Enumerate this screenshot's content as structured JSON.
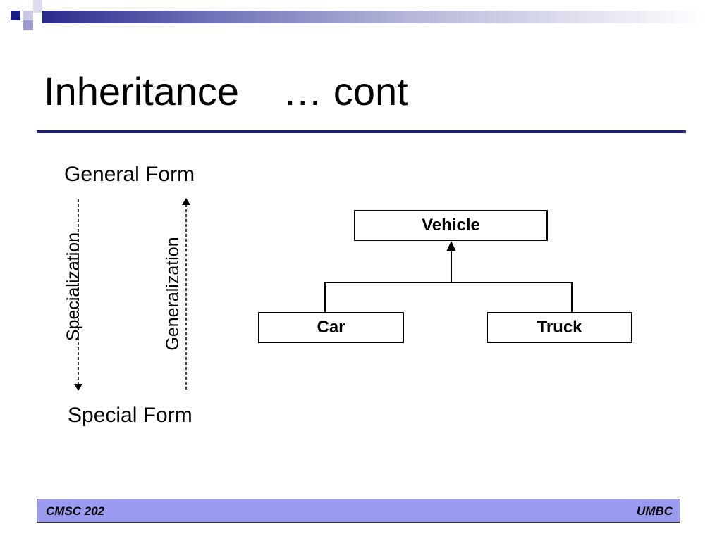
{
  "slide": {
    "title": "Inheritance    … cont"
  },
  "diagram": {
    "general_label": "General Form",
    "special_label": "Special Form",
    "specialization_label": "Specialization",
    "generalization_label": "Generalization",
    "nodes": {
      "parent": "Vehicle",
      "child_left": "Car",
      "child_right": "Truck"
    }
  },
  "footer": {
    "left": "CMSC 202",
    "right": "UMBC"
  },
  "colors": {
    "accent": "#1f1f80",
    "footer_bg": "#9a9af0"
  }
}
